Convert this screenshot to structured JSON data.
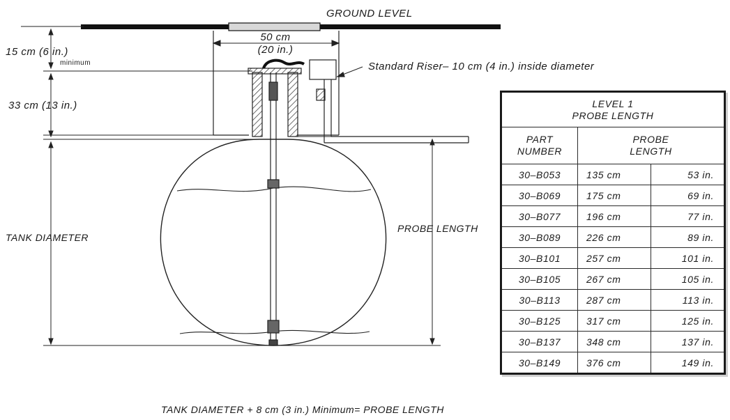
{
  "labels": {
    "ground_level": "GROUND LEVEL",
    "opening_cm": "50 cm",
    "opening_in": "(20 in.)",
    "cover_depth": "15 cm (6 in.)",
    "cover_minimum": "minimum",
    "riser_depth": "33 cm (13 in.)",
    "riser_note": "Standard Riser– 10 cm (4 in.) inside diameter",
    "tank_diameter": "TANK DIAMETER",
    "probe_length": "PROBE LENGTH",
    "formula": "TANK DIAMETER + 8 cm (3 in.) Minimum= PROBE LENGTH"
  },
  "table": {
    "title_line1": "LEVEL 1",
    "title_line2": "PROBE LENGTH",
    "col_part_line1": "PART",
    "col_part_line2": "NUMBER",
    "col_probe_line1": "PROBE",
    "col_probe_line2": "LENGTH",
    "rows": [
      {
        "part": "30–B053",
        "cm": "135 cm",
        "inch": "53 in."
      },
      {
        "part": "30–B069",
        "cm": "175 cm",
        "inch": "69 in."
      },
      {
        "part": "30–B077",
        "cm": "196 cm",
        "inch": "77 in."
      },
      {
        "part": "30–B089",
        "cm": "226 cm",
        "inch": "89 in."
      },
      {
        "part": "30–B101",
        "cm": "257 cm",
        "inch": "101 in."
      },
      {
        "part": "30–B105",
        "cm": "267 cm",
        "inch": "105 in."
      },
      {
        "part": "30–B113",
        "cm": "287 cm",
        "inch": "113 in."
      },
      {
        "part": "30–B125",
        "cm": "317 cm",
        "inch": "125 in."
      },
      {
        "part": "30–B137",
        "cm": "348 cm",
        "inch": "137 in."
      },
      {
        "part": "30–B149",
        "cm": "376 cm",
        "inch": "149 in."
      }
    ]
  }
}
